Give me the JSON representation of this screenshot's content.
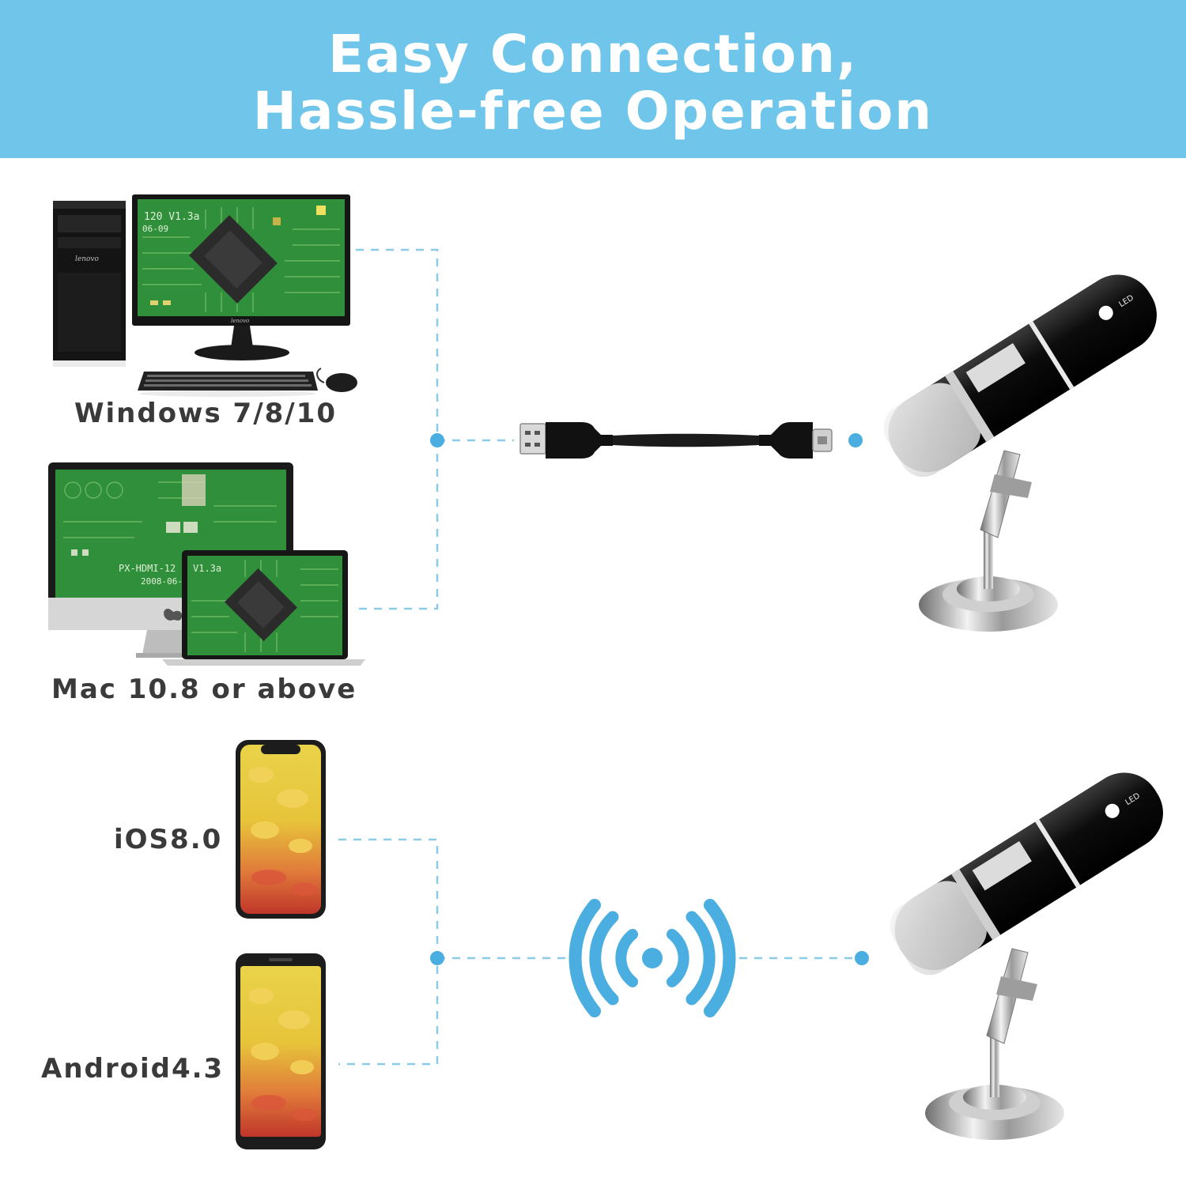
{
  "banner": {
    "line1": "Easy Connection,",
    "line2": "Hassle-free Operation",
    "background_color": "#6fc6ea"
  },
  "devices": {
    "windows": {
      "label": "Windows 7/8/10",
      "pc_brand": "lenovo",
      "monitor_brand": "lenovo",
      "screen_text": [
        "120 V1.3a",
        "06-09"
      ]
    },
    "mac": {
      "label": "Mac 10.8 or above",
      "screen_text": [
        "PX-HDMI-12",
        "V1.3a",
        "2008-06-09"
      ]
    },
    "ios": {
      "label": "iOS8.0"
    },
    "android": {
      "label": "Android4.3"
    }
  },
  "microscope": {
    "led_label": "LED"
  },
  "colors": {
    "accent": "#4aaee0",
    "dash": "#8ccbe8",
    "device_body": "#111111",
    "pcb_green": "#2f8f3a"
  },
  "icons": [
    "usb-cable-icon",
    "wifi-signal-icon",
    "microscope-icon",
    "desktop-pc-icon",
    "imac-icon",
    "laptop-icon",
    "iphone-icon",
    "android-phone-icon"
  ]
}
